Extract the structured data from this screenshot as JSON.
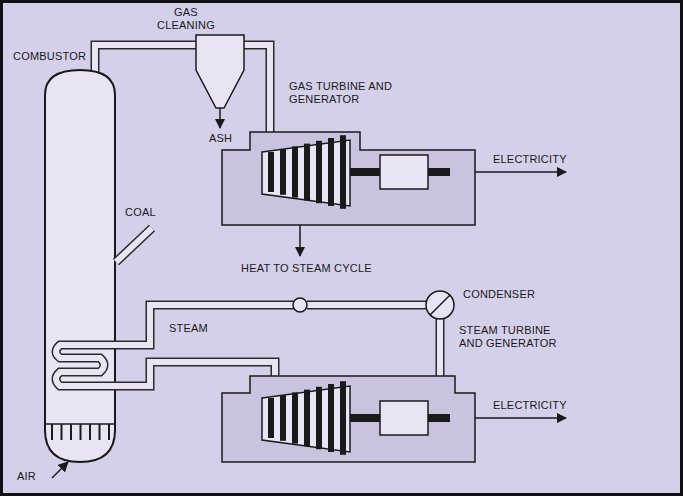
{
  "diagram": {
    "labels": [
      "GAS CLEANING",
      "COMBUSTOR",
      "ASH",
      "GAS TURBINE AND GENERATOR",
      "ELECTRICITY",
      "COAL",
      "HEAT TO STEAM CYCLE",
      "CONDENSER",
      "STEAM",
      "STEAM TURBINE AND GENERATOR",
      "ELECTRICITY",
      "AIR"
    ]
  }
}
